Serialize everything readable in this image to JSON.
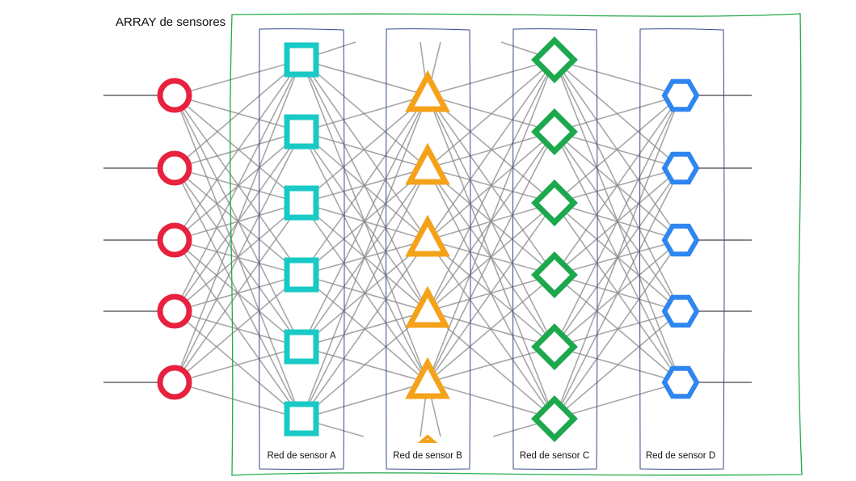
{
  "array": {
    "title": "ARRAY  de sensores",
    "border_color": "#22a84a"
  },
  "groups": [
    {
      "label": "Red de sensor A"
    },
    {
      "label": "Red de sensor B"
    },
    {
      "label": "Red de sensor C"
    },
    {
      "label": "Red de sensor D"
    }
  ],
  "layers": [
    {
      "shape": "circle",
      "color": "#e8213f",
      "count": 5
    },
    {
      "shape": "square",
      "color": "#19c9c6",
      "count": 6
    },
    {
      "shape": "triangle",
      "color": "#f5a21b",
      "count": 5
    },
    {
      "shape": "diamond",
      "color": "#1ea84e",
      "count": 6
    },
    {
      "shape": "hexagon",
      "color": "#2e86f0",
      "count": 5
    }
  ],
  "colors": {
    "edge": "#8a8a8a",
    "group_border": "#334a8a"
  }
}
